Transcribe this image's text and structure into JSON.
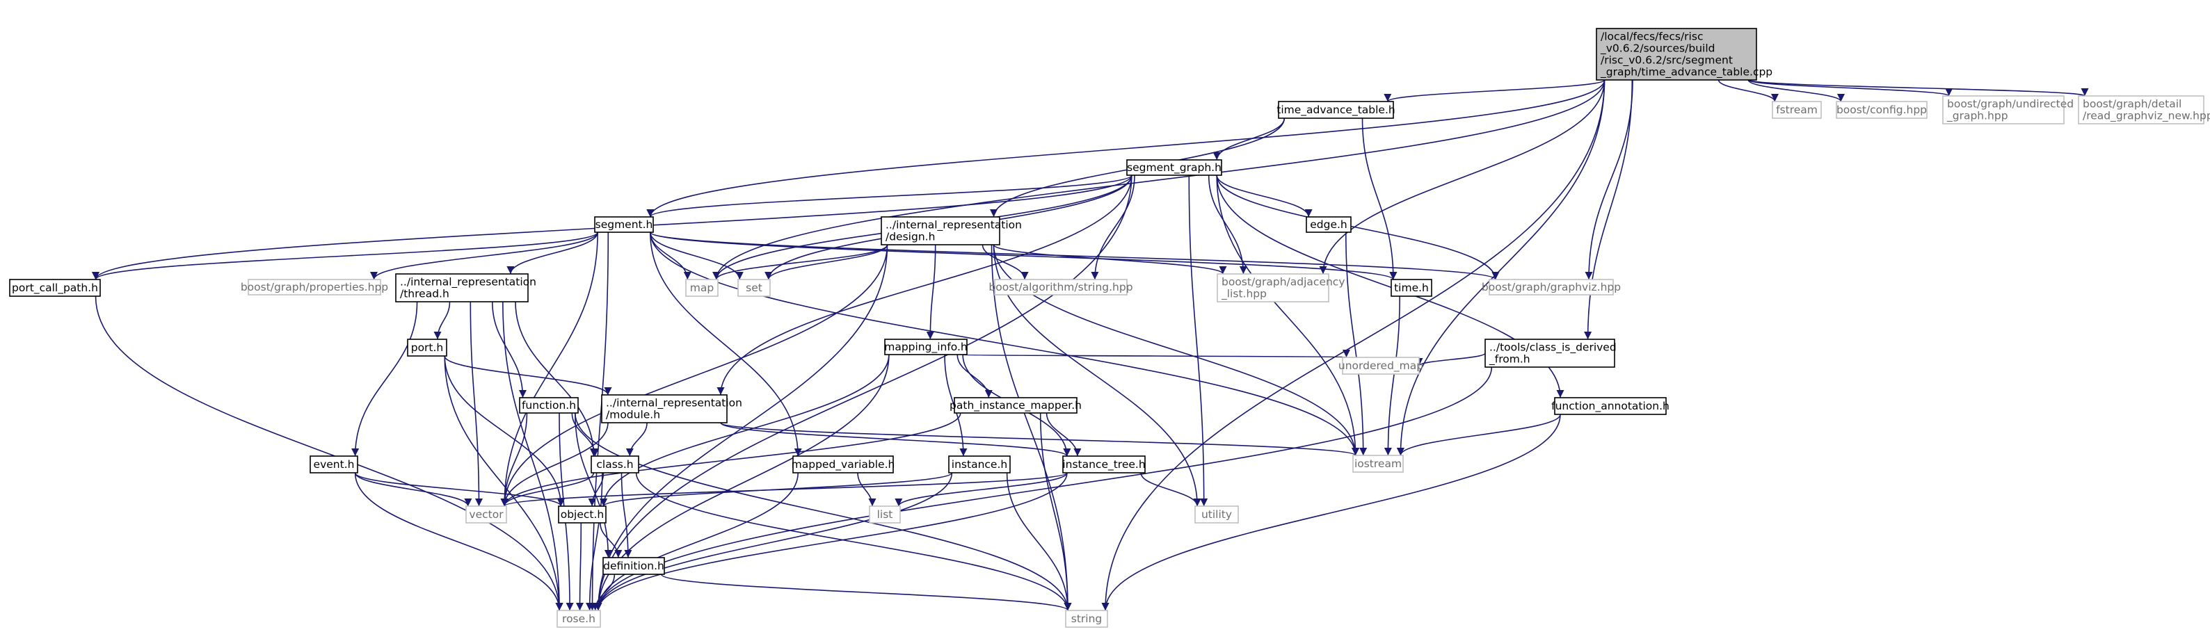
{
  "colors": {
    "edge": "#191970",
    "node_border": "#000000",
    "external_border": "#bfbfbf",
    "root_fill": "#bfbfbf",
    "text": "#000000",
    "external_text": "#6e6e6e",
    "background": "#ffffff"
  },
  "nodes": [
    {
      "id": "root",
      "label": "/local/fecs/fecs/risc\n_v0.6.2/sources/build\n/risc_v0.6.2/src/segment\n_graph/time_advance_table.cpp",
      "kind": "root"
    },
    {
      "id": "tat_h",
      "label": "time_advance_table.h",
      "kind": "local"
    },
    {
      "id": "fstream",
      "label": "fstream",
      "kind": "external"
    },
    {
      "id": "boost_config",
      "label": "boost/config.hpp",
      "kind": "external"
    },
    {
      "id": "boost_undirected",
      "label": "boost/graph/undirected\n_graph.hpp",
      "kind": "external"
    },
    {
      "id": "boost_read_graphviz",
      "label": "boost/graph/detail\n/read_graphviz_new.hpp",
      "kind": "external"
    },
    {
      "id": "segment_graph_h",
      "label": "segment_graph.h",
      "kind": "local"
    },
    {
      "id": "segment_h",
      "label": "segment.h",
      "kind": "local"
    },
    {
      "id": "design_h",
      "label": "../internal_representation\n/design.h",
      "kind": "local"
    },
    {
      "id": "edge_h",
      "label": "edge.h",
      "kind": "local"
    },
    {
      "id": "port_call_path_h",
      "label": "port_call_path.h",
      "kind": "local"
    },
    {
      "id": "boost_properties",
      "label": "boost/graph/properties.hpp",
      "kind": "external"
    },
    {
      "id": "thread_h",
      "label": "../internal_representation\n/thread.h",
      "kind": "local"
    },
    {
      "id": "map",
      "label": "map",
      "kind": "external"
    },
    {
      "id": "set",
      "label": "set",
      "kind": "external"
    },
    {
      "id": "boost_string",
      "label": "boost/algorithm/string.hpp",
      "kind": "external"
    },
    {
      "id": "boost_adjacency",
      "label": "boost/graph/adjacency\n_list.hpp",
      "kind": "external"
    },
    {
      "id": "time_h",
      "label": "time.h",
      "kind": "local"
    },
    {
      "id": "boost_graphviz",
      "label": "boost/graph/graphviz.hpp",
      "kind": "external"
    },
    {
      "id": "class_is_derived_h",
      "label": "../tools/class_is_derived\n_from.h",
      "kind": "local"
    },
    {
      "id": "port_h",
      "label": "port.h",
      "kind": "local"
    },
    {
      "id": "mapping_info_h",
      "label": "mapping_info.h",
      "kind": "local"
    },
    {
      "id": "unordered_map",
      "label": "unordered_map",
      "kind": "external"
    },
    {
      "id": "function_h",
      "label": "function.h",
      "kind": "local"
    },
    {
      "id": "module_h",
      "label": "../internal_representation\n/module.h",
      "kind": "local"
    },
    {
      "id": "path_instance_mapper_h",
      "label": "path_instance_mapper.h",
      "kind": "local"
    },
    {
      "id": "function_annotation_h",
      "label": "function_annotation.h",
      "kind": "local"
    },
    {
      "id": "event_h",
      "label": "event.h",
      "kind": "local"
    },
    {
      "id": "class_h",
      "label": "class.h",
      "kind": "local"
    },
    {
      "id": "mapped_variable_h",
      "label": "mapped_variable.h",
      "kind": "local"
    },
    {
      "id": "instance_h",
      "label": "instance.h",
      "kind": "local"
    },
    {
      "id": "instance_tree_h",
      "label": "instance_tree.h",
      "kind": "local"
    },
    {
      "id": "iostream",
      "label": "iostream",
      "kind": "external"
    },
    {
      "id": "vector",
      "label": "vector",
      "kind": "external"
    },
    {
      "id": "object_h",
      "label": "object.h",
      "kind": "local"
    },
    {
      "id": "list",
      "label": "list",
      "kind": "external"
    },
    {
      "id": "utility",
      "label": "utility",
      "kind": "external"
    },
    {
      "id": "definition_h",
      "label": "definition.h",
      "kind": "local"
    },
    {
      "id": "rose_h",
      "label": "rose.h",
      "kind": "external"
    },
    {
      "id": "string",
      "label": "string",
      "kind": "external"
    }
  ],
  "edges": [
    [
      "root",
      "tat_h"
    ],
    [
      "root",
      "fstream"
    ],
    [
      "root",
      "boost_config"
    ],
    [
      "root",
      "boost_undirected"
    ],
    [
      "root",
      "boost_read_graphviz"
    ],
    [
      "root",
      "segment_h"
    ],
    [
      "root",
      "map"
    ],
    [
      "root",
      "boost_adjacency"
    ],
    [
      "root",
      "boost_graphviz"
    ],
    [
      "root",
      "class_is_derived_h"
    ],
    [
      "root",
      "iostream"
    ],
    [
      "root",
      "string"
    ],
    [
      "tat_h",
      "segment_graph_h"
    ],
    [
      "tat_h",
      "design_h"
    ],
    [
      "tat_h",
      "time_h"
    ],
    [
      "segment_graph_h",
      "segment_h"
    ],
    [
      "segment_graph_h",
      "edge_h"
    ],
    [
      "segment_graph_h",
      "port_call_path_h"
    ],
    [
      "segment_graph_h",
      "map"
    ],
    [
      "segment_graph_h",
      "set"
    ],
    [
      "segment_graph_h",
      "boost_string"
    ],
    [
      "segment_graph_h",
      "boost_adjacency"
    ],
    [
      "segment_graph_h",
      "boost_graphviz"
    ],
    [
      "segment_graph_h",
      "module_h"
    ],
    [
      "segment_graph_h",
      "function_annotation_h"
    ],
    [
      "segment_graph_h",
      "iostream"
    ],
    [
      "segment_graph_h",
      "utility"
    ],
    [
      "segment_graph_h",
      "rose_h"
    ],
    [
      "segment_h",
      "port_call_path_h"
    ],
    [
      "segment_h",
      "boost_properties"
    ],
    [
      "segment_h",
      "thread_h"
    ],
    [
      "segment_h",
      "map"
    ],
    [
      "segment_h",
      "set"
    ],
    [
      "segment_h",
      "time_h"
    ],
    [
      "segment_h",
      "boost_graphviz"
    ],
    [
      "segment_h",
      "mapped_variable_h"
    ],
    [
      "segment_h",
      "vector"
    ],
    [
      "segment_h",
      "iostream"
    ],
    [
      "segment_h",
      "rose_h"
    ],
    [
      "design_h",
      "map"
    ],
    [
      "design_h",
      "set"
    ],
    [
      "design_h",
      "boost_string"
    ],
    [
      "design_h",
      "boost_adjacency"
    ],
    [
      "design_h",
      "mapping_info_h"
    ],
    [
      "design_h",
      "vector"
    ],
    [
      "design_h",
      "utility"
    ],
    [
      "design_h",
      "iostream"
    ],
    [
      "design_h",
      "string"
    ],
    [
      "design_h",
      "rose_h"
    ],
    [
      "edge_h",
      "iostream"
    ],
    [
      "time_h",
      "iostream"
    ],
    [
      "port_call_path_h",
      "rose_h"
    ],
    [
      "thread_h",
      "port_h"
    ],
    [
      "thread_h",
      "function_h"
    ],
    [
      "thread_h",
      "event_h"
    ],
    [
      "thread_h",
      "class_h"
    ],
    [
      "thread_h",
      "vector"
    ],
    [
      "thread_h",
      "rose_h"
    ],
    [
      "port_h",
      "module_h"
    ],
    [
      "port_h",
      "object_h"
    ],
    [
      "port_h",
      "rose_h"
    ],
    [
      "class_is_derived_h",
      "unordered_map"
    ],
    [
      "class_is_derived_h",
      "rose_h"
    ],
    [
      "mapping_info_h",
      "path_instance_mapper_h"
    ],
    [
      "mapping_info_h",
      "unordered_map"
    ],
    [
      "mapping_info_h",
      "instance_h"
    ],
    [
      "mapping_info_h",
      "instance_tree_h"
    ],
    [
      "mapping_info_h",
      "object_h"
    ],
    [
      "mapping_info_h",
      "rose_h"
    ],
    [
      "module_h",
      "class_h"
    ],
    [
      "module_h",
      "instance_tree_h"
    ],
    [
      "module_h",
      "vector"
    ],
    [
      "module_h",
      "iostream"
    ],
    [
      "function_h",
      "class_h"
    ],
    [
      "function_h",
      "definition_h"
    ],
    [
      "function_h",
      "vector"
    ],
    [
      "function_h",
      "string"
    ],
    [
      "function_h",
      "rose_h"
    ],
    [
      "path_instance_mapper_h",
      "instance_tree_h"
    ],
    [
      "path_instance_mapper_h",
      "vector"
    ],
    [
      "path_instance_mapper_h",
      "string"
    ],
    [
      "function_annotation_h",
      "iostream"
    ],
    [
      "function_annotation_h",
      "string"
    ],
    [
      "event_h",
      "vector"
    ],
    [
      "event_h",
      "object_h"
    ],
    [
      "event_h",
      "rose_h"
    ],
    [
      "class_h",
      "vector"
    ],
    [
      "class_h",
      "object_h"
    ],
    [
      "class_h",
      "definition_h"
    ],
    [
      "class_h",
      "string"
    ],
    [
      "class_h",
      "rose_h"
    ],
    [
      "mapped_variable_h",
      "list"
    ],
    [
      "mapped_variable_h",
      "rose_h"
    ],
    [
      "instance_h",
      "object_h"
    ],
    [
      "instance_h",
      "string"
    ],
    [
      "instance_h",
      "rose_h"
    ],
    [
      "instance_tree_h",
      "vector"
    ],
    [
      "instance_tree_h",
      "list"
    ],
    [
      "instance_tree_h",
      "utility"
    ],
    [
      "instance_tree_h",
      "rose_h"
    ],
    [
      "object_h",
      "definition_h"
    ],
    [
      "object_h",
      "rose_h"
    ],
    [
      "definition_h",
      "string"
    ],
    [
      "definition_h",
      "rose_h"
    ]
  ]
}
